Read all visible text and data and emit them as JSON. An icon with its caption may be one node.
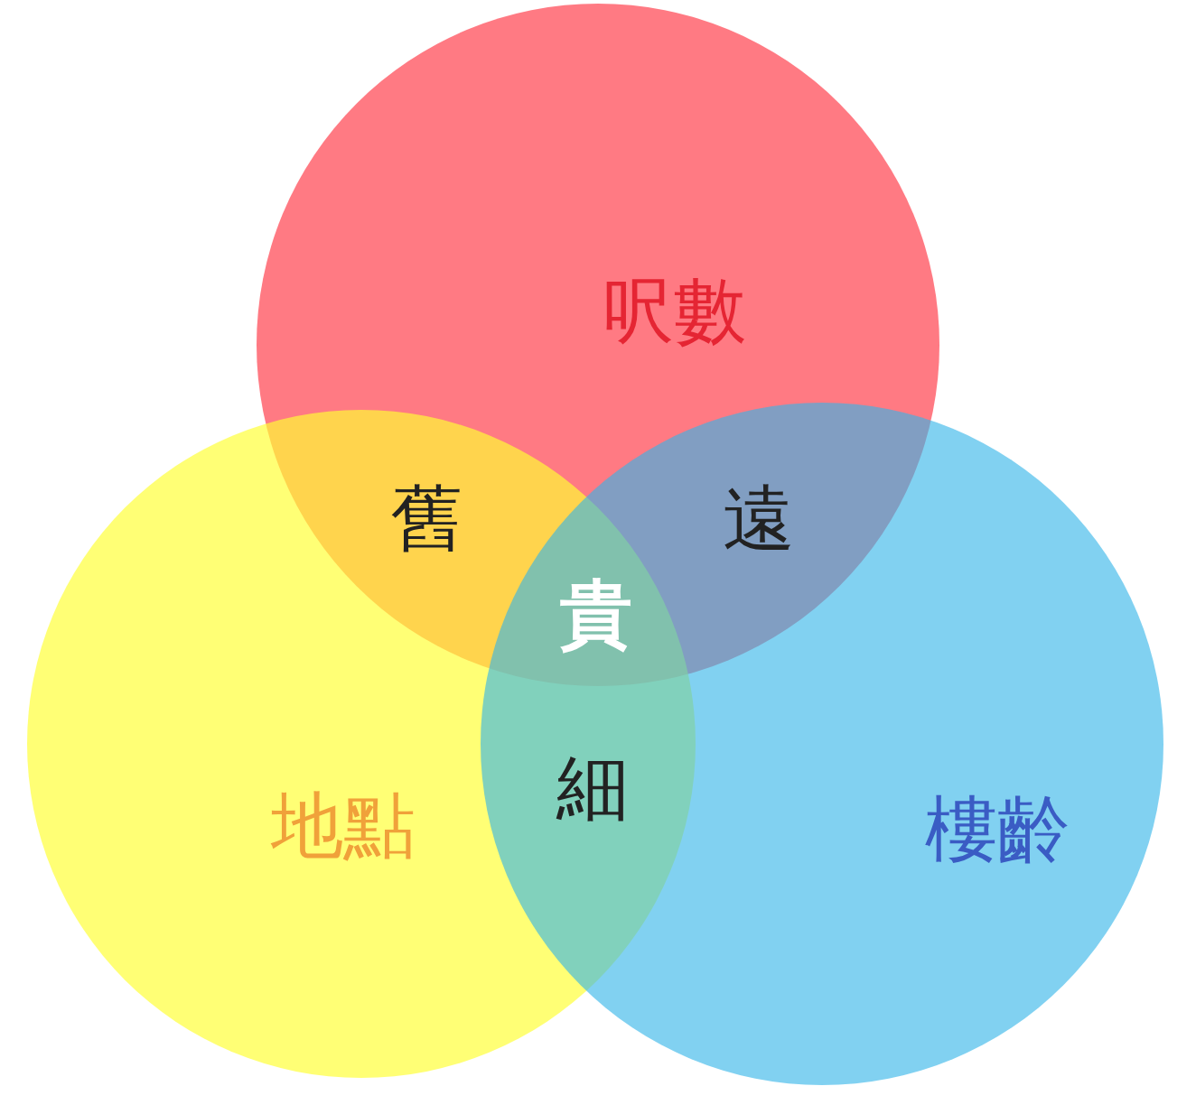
{
  "diagram": {
    "nodes": [
      {
        "text": [
          "呎數"
        ]
      },
      {
        "text": [
          "地點"
        ]
      },
      {
        "text": [
          "樓齡"
        ]
      }
    ],
    "labels": [
      "舊",
      "遠",
      "貴",
      "細"
    ]
  }
}
